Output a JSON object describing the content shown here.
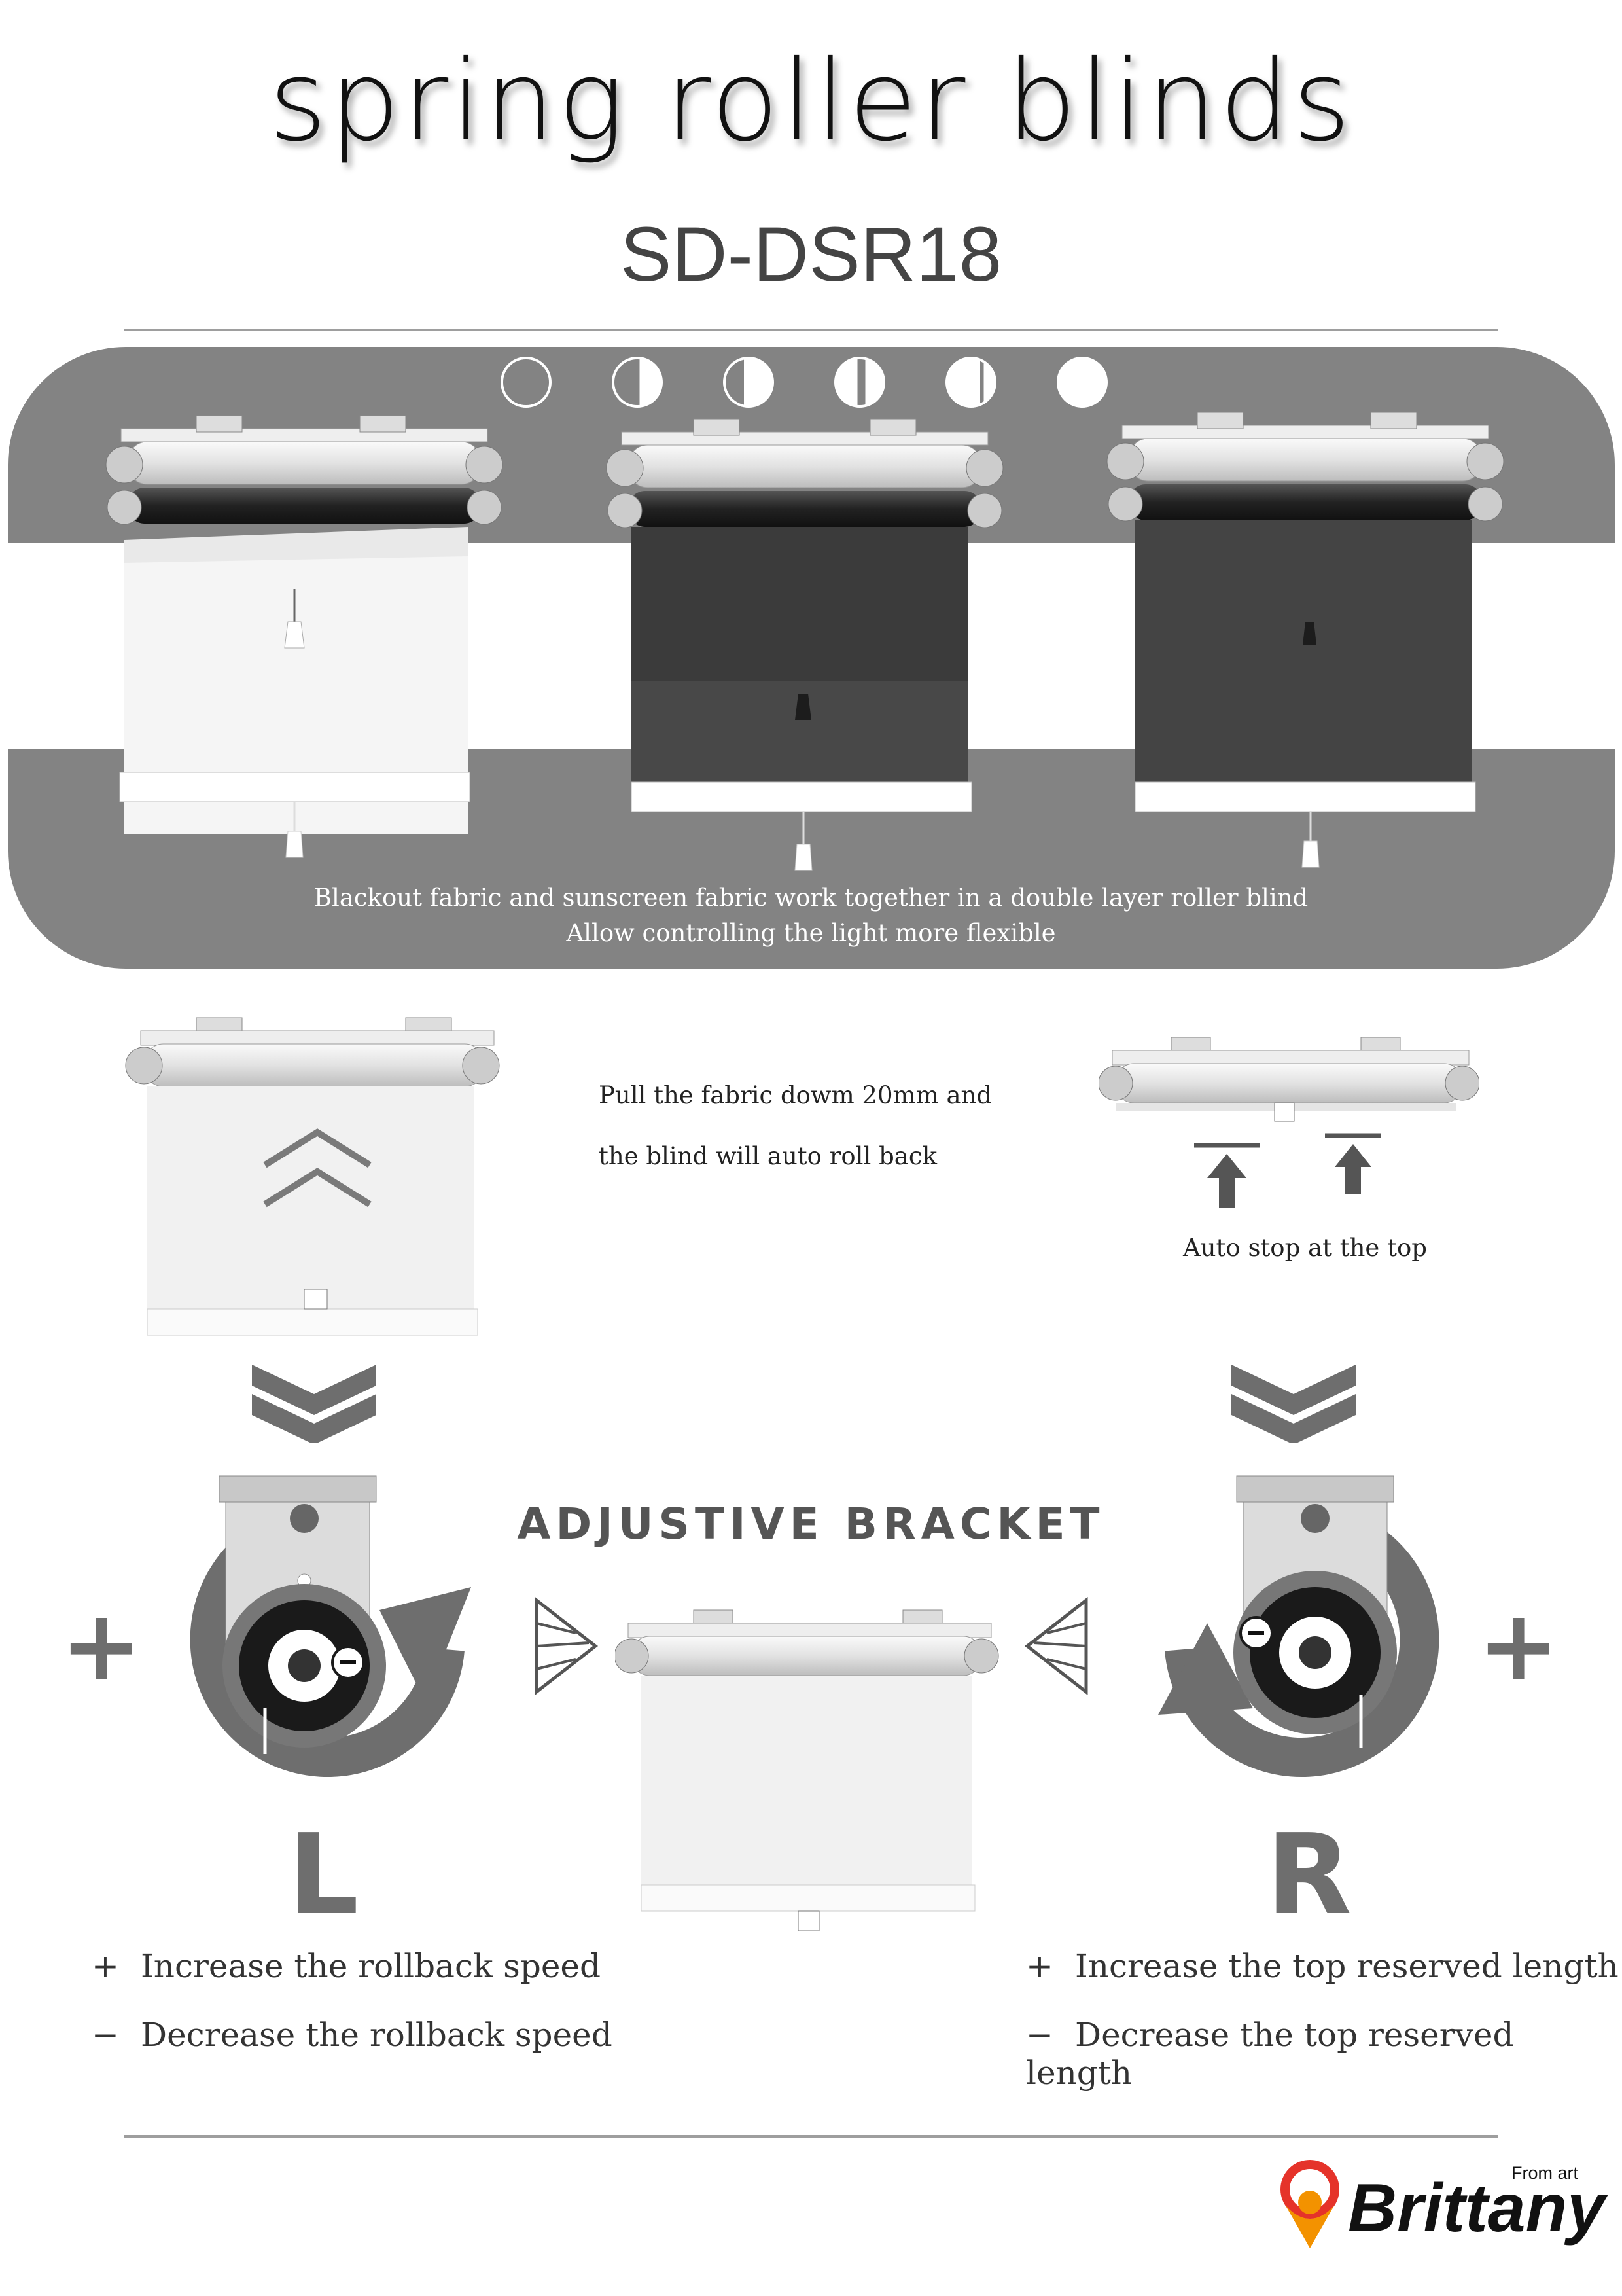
{
  "header": {
    "title": "spring roller blinds",
    "model": "SD-DSR18"
  },
  "light_icons": [
    "moon-phase-1",
    "moon-phase-2",
    "moon-phase-3",
    "moon-phase-4",
    "moon-phase-5",
    "moon-phase-6"
  ],
  "band": {
    "caption_line1": "Blackout fabric and sunscreen fabric work together in a double layer roller blind",
    "caption_line2": "Allow controlling the light more flexible"
  },
  "rollback": {
    "line1": "Pull the fabric dowm 20mm and",
    "line2": "the blind will auto roll back"
  },
  "autostop": {
    "label": "Auto stop at the top"
  },
  "bracket": {
    "title": "ADJUSTIVE BRACKET",
    "left_letter": "L",
    "right_letter": "R",
    "plus": "+",
    "minus": "−"
  },
  "left_list": {
    "plus_sign": "+",
    "plus_text": "Increase the rollback speed",
    "minus_sign": "−",
    "minus_text": "Decrease the rollback speed"
  },
  "right_list": {
    "plus_sign": "+",
    "plus_text": "Increase the top reserved length",
    "minus_sign": "−",
    "minus_text": "Decrease the top reserved length"
  },
  "brand": {
    "tagline": "From art",
    "name": "Brittany"
  },
  "colors": {
    "band": "#838383",
    "icon_grey": "#6e6e6e",
    "logo_orange": "#f39200",
    "logo_red": "#e5332a"
  }
}
